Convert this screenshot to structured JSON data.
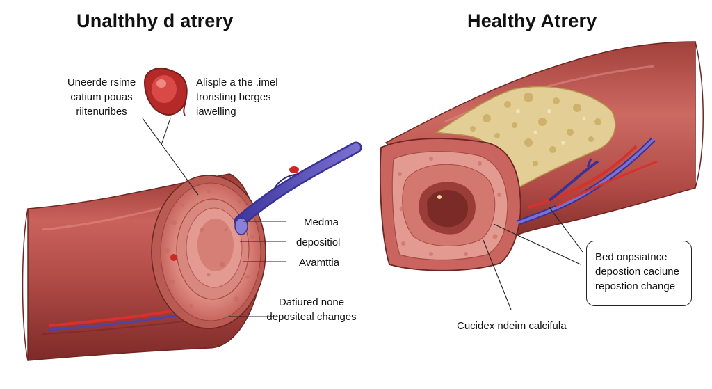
{
  "titles": {
    "left": "Unalthhy d atrery",
    "right": "Healthy Atrery"
  },
  "labels": {
    "top_left": [
      "Uneerde rsime",
      "catium pouas",
      "riitenuribes"
    ],
    "top_center": [
      "Alisple a the .imel",
      "troristing berges",
      "iawelling"
    ],
    "medma": "Medma",
    "deposition": "depositiol",
    "avamttia": "Avamttia",
    "bottom_left": [
      "Datiured none",
      "depositeal changes"
    ],
    "bottom_right": "Cucidex ndeim calcifula",
    "callout_box": [
      "Bed onpsiatnce",
      "depostion caciune",
      "repostion change"
    ]
  },
  "colors": {
    "vessel": "#b8504b",
    "vessel_dark": "#8a2f2c",
    "tissue": "#e39a90",
    "lumen": "#c06a62",
    "plaque": "#e3cf96",
    "vein": "#5a4fb0",
    "artery_small": "#d8302c"
  }
}
